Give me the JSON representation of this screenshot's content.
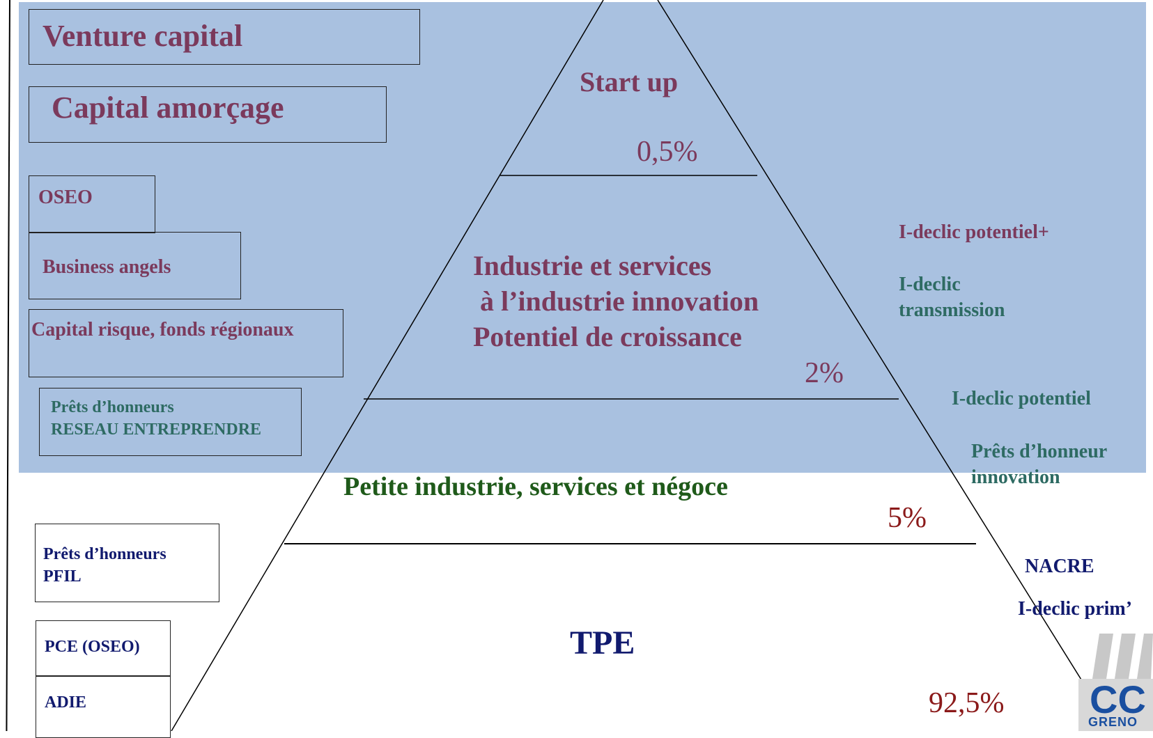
{
  "left_boxes": {
    "venture": "Venture capital",
    "amorcage": "Capital amorçage",
    "oseo": "OSEO",
    "angels": "Business angels",
    "capital_risque": "Capital risque, fonds régionaux",
    "prets_reseau_1": "Prêts d’honneurs",
    "prets_reseau_2": "RESEAU ENTREPRENDRE",
    "prets_pfil_1": "Prêts d’honneurs",
    "prets_pfil_2": "PFIL",
    "pce": "PCE (OSEO)",
    "adie": "ADIE"
  },
  "pyramid": {
    "tier1_label": "Start up",
    "tier1_pct": "0,5%",
    "tier2_line1": "Industrie et services",
    "tier2_line2": "à l’industrie innovation",
    "tier2_line3": "Potentiel de croissance",
    "tier2_pct": "2%",
    "tier3_label": "Petite industrie, services et négoce",
    "tier3_pct": "5%",
    "tier4_label": "TPE",
    "tier4_pct": "92,5%"
  },
  "right_labels": {
    "potentiel_plus": "I-declic potentiel+",
    "transmission_1": "I-declic",
    "transmission_2": "transmission",
    "potentiel": "I-declic potentiel",
    "prets_innov_1": "Prêts d’honneur",
    "prets_innov_2": "innovation",
    "nacre": "NACRE",
    "prim": "I-declic prim’"
  },
  "logo": {
    "text_1": "CC",
    "text_2": "GRENO"
  },
  "colors": {
    "background_blue": "#a9c1e0",
    "maroon": "#7b3a5c",
    "teal": "#2e6b63",
    "green": "#1f5a1a",
    "navy": "#111a6e",
    "red": "#8b1a1a"
  }
}
